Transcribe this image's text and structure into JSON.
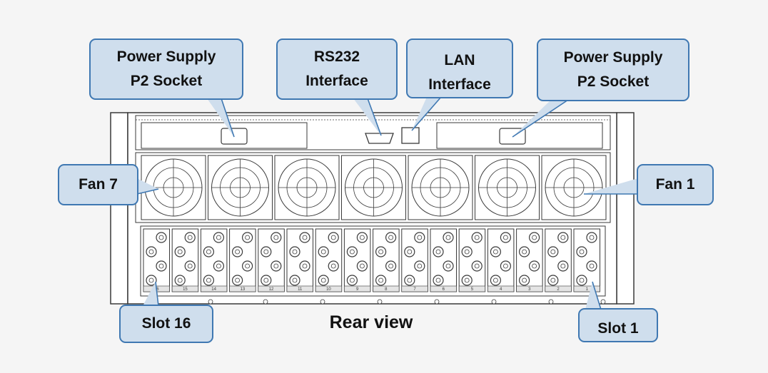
{
  "title": "Rear view",
  "callouts": {
    "psu_left": {
      "line1": "Power Supply",
      "line2": "P2 Socket"
    },
    "rs232": {
      "line1": "RS232",
      "line2": "Interface"
    },
    "lan": {
      "line1": "LAN",
      "line2": "Interface"
    },
    "psu_right": {
      "line1": "Power Supply",
      "line2": "P2 Socket"
    },
    "fan7": {
      "line1": "Fan 7"
    },
    "fan1": {
      "line1": "Fan 1"
    },
    "slot16": {
      "line1": "Slot 16"
    },
    "slot1": {
      "line1": "Slot 1"
    }
  },
  "slot_numbers": [
    "16",
    "15",
    "14",
    "13",
    "12",
    "11",
    "10",
    "9",
    "8",
    "7",
    "6",
    "5",
    "4",
    "3",
    "2",
    "1"
  ],
  "colors": {
    "callout_fill": "#cfdeed",
    "callout_border": "#3f78b2",
    "pointer": "#3f78b2",
    "line_art": "#3a3a3a"
  }
}
